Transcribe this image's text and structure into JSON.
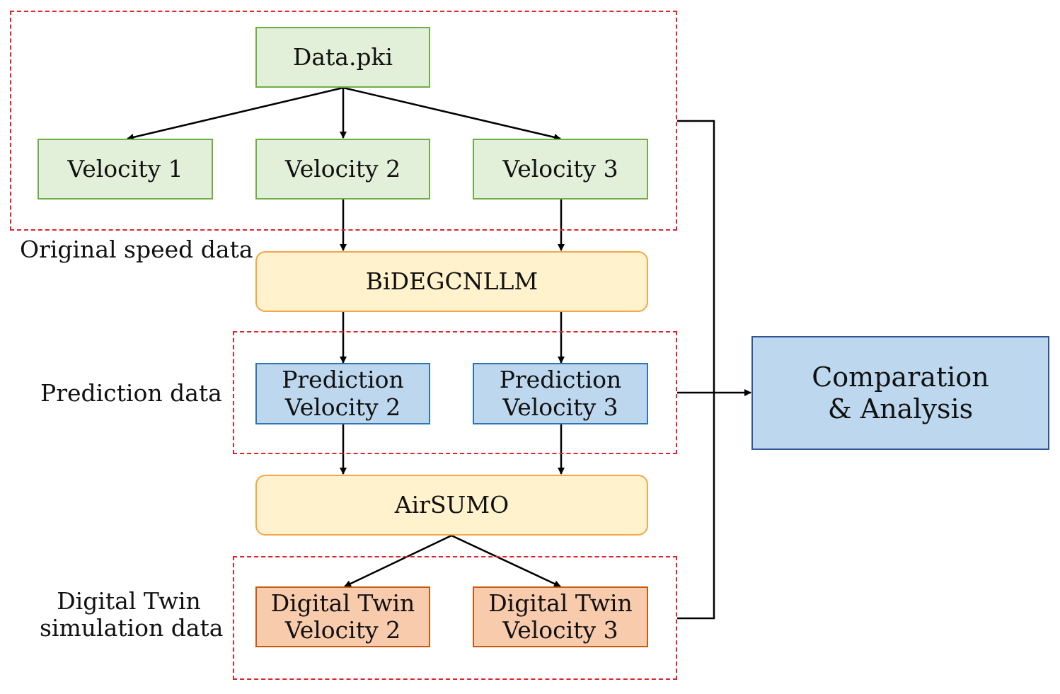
{
  "nodes": {
    "data_pki": "Data.pki",
    "velocity_1": "Velocity 1",
    "velocity_2": "Velocity 2",
    "velocity_3": "Velocity 3",
    "bidegcnllm": "BiDEGCNLLM",
    "prediction_v2": [
      "Prediction",
      "Velocity 2"
    ],
    "prediction_v3": [
      "Prediction",
      "Velocity 3"
    ],
    "airsumo": "AirSUMO",
    "twin_v2": [
      "Digital Twin",
      "Velocity 2"
    ],
    "twin_v3": [
      "Digital Twin",
      "Velocity 3"
    ],
    "comparison": [
      "Comparation",
      "& Analysis"
    ]
  },
  "group_labels": {
    "original": "Original speed data",
    "prediction": "Prediction data",
    "twin": [
      "Digital Twin",
      "simulation data"
    ]
  },
  "colors": {
    "green_fill": "#e2efd9",
    "green_border": "#70ad47",
    "yellow_fill": "#fff2cc",
    "yellow_border": "#f4a64a",
    "blue_fill": "#bdd7ee",
    "blue_border": "#2e75b6",
    "orange_fill": "#f8cbad",
    "orange_border": "#c55a11",
    "group_border": "#e8202a"
  },
  "edges": [
    [
      "data_pki",
      "velocity_1"
    ],
    [
      "data_pki",
      "velocity_2"
    ],
    [
      "data_pki",
      "velocity_3"
    ],
    [
      "velocity_2",
      "bidegcnllm"
    ],
    [
      "velocity_3",
      "bidegcnllm"
    ],
    [
      "bidegcnllm",
      "prediction_v2"
    ],
    [
      "bidegcnllm",
      "prediction_v3"
    ],
    [
      "prediction_v2",
      "airsumo"
    ],
    [
      "prediction_v3",
      "airsumo"
    ],
    [
      "airsumo",
      "twin_v2"
    ],
    [
      "airsumo",
      "twin_v3"
    ],
    [
      "original",
      "comparison"
    ],
    [
      "prediction",
      "comparison"
    ],
    [
      "twin",
      "comparison"
    ]
  ]
}
